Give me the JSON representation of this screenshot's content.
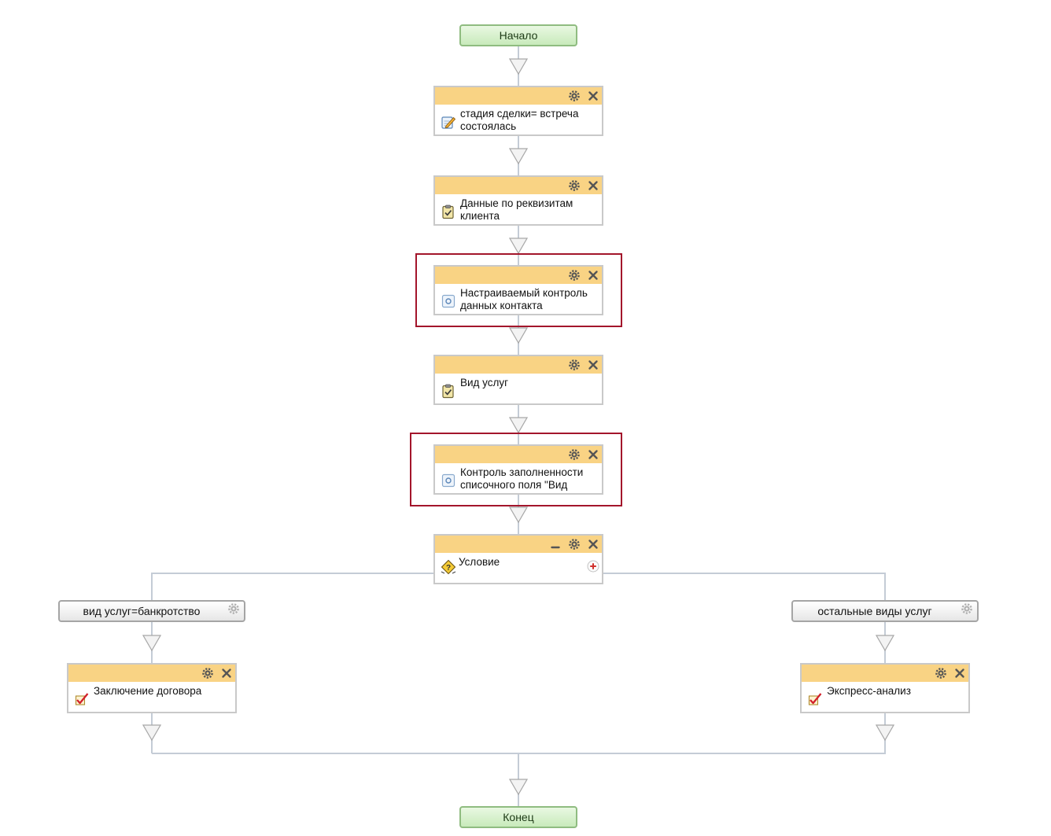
{
  "start_label": "Начало",
  "end_label": "Конец",
  "blocks": [
    {
      "title": "стадия сделки= встреча состоялась",
      "icon": "edit-icon"
    },
    {
      "title": "Данные по реквизитам клиента",
      "icon": "clipboard-icon"
    },
    {
      "title": "Настраиваемый контроль данных контакта",
      "icon": "activity-icon"
    },
    {
      "title": "Вид услуг",
      "icon": "clipboard-icon"
    },
    {
      "title": "Контроль заполненности списочного поля \"Вид",
      "icon": "activity-icon"
    }
  ],
  "condition": {
    "title": "Условие",
    "icon": "condition-icon"
  },
  "branches": [
    {
      "label": "вид услуг=банкротство",
      "action": {
        "title": "Заключение договора",
        "icon": "task-icon"
      }
    },
    {
      "label": "остальные виды услуг",
      "action": {
        "title": "Экспресс-анализ",
        "icon": "task-icon"
      }
    }
  ],
  "colors": {
    "header": "#f9d384",
    "connector": "#c4ccd6",
    "highlight": "#a3152b",
    "start_end_fill": "#d6f0cc",
    "branch_fill": "#eeeeee"
  }
}
